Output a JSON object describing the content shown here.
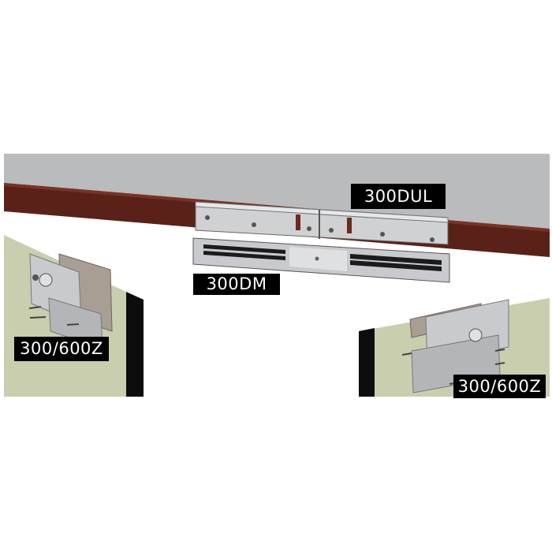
{
  "labels": {
    "bracket_top": "300DUL",
    "magnet": "300DM",
    "bracket_left": "300/600Z",
    "bracket_right": "300/600Z"
  },
  "colors": {
    "ceiling": "#b9bbbc",
    "header": "#5a2118",
    "door": "#c9cfae",
    "door_edge": "#0d0d0d",
    "metal": "#c8cacd"
  }
}
